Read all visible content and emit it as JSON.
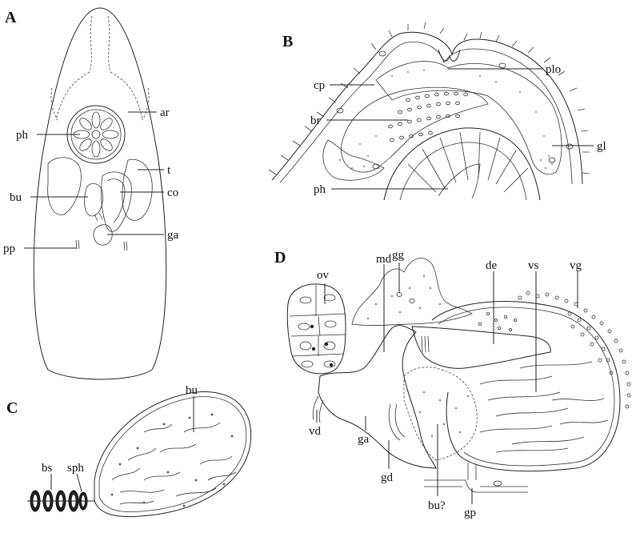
{
  "panels": {
    "A": {
      "letter": "A",
      "labels": {
        "ar": "ar",
        "ph": "ph",
        "t": "t",
        "bu": "bu",
        "co": "co",
        "ga": "ga",
        "pp": "pp"
      }
    },
    "B": {
      "letter": "B",
      "labels": {
        "plo": "plo",
        "cp": "cp",
        "br": "br",
        "gl": "gl",
        "ph": "ph"
      }
    },
    "C": {
      "letter": "C",
      "labels": {
        "bu": "bu",
        "bs": "bs",
        "sph": "sph"
      }
    },
    "D": {
      "letter": "D",
      "labels": {
        "md": "md",
        "gg": "gg",
        "ov": "ov",
        "de": "de",
        "vs": "vs",
        "vg": "vg",
        "vd": "vd",
        "ga": "ga",
        "gd": "gd",
        "bu": "bu?",
        "gp": "gp"
      }
    }
  }
}
